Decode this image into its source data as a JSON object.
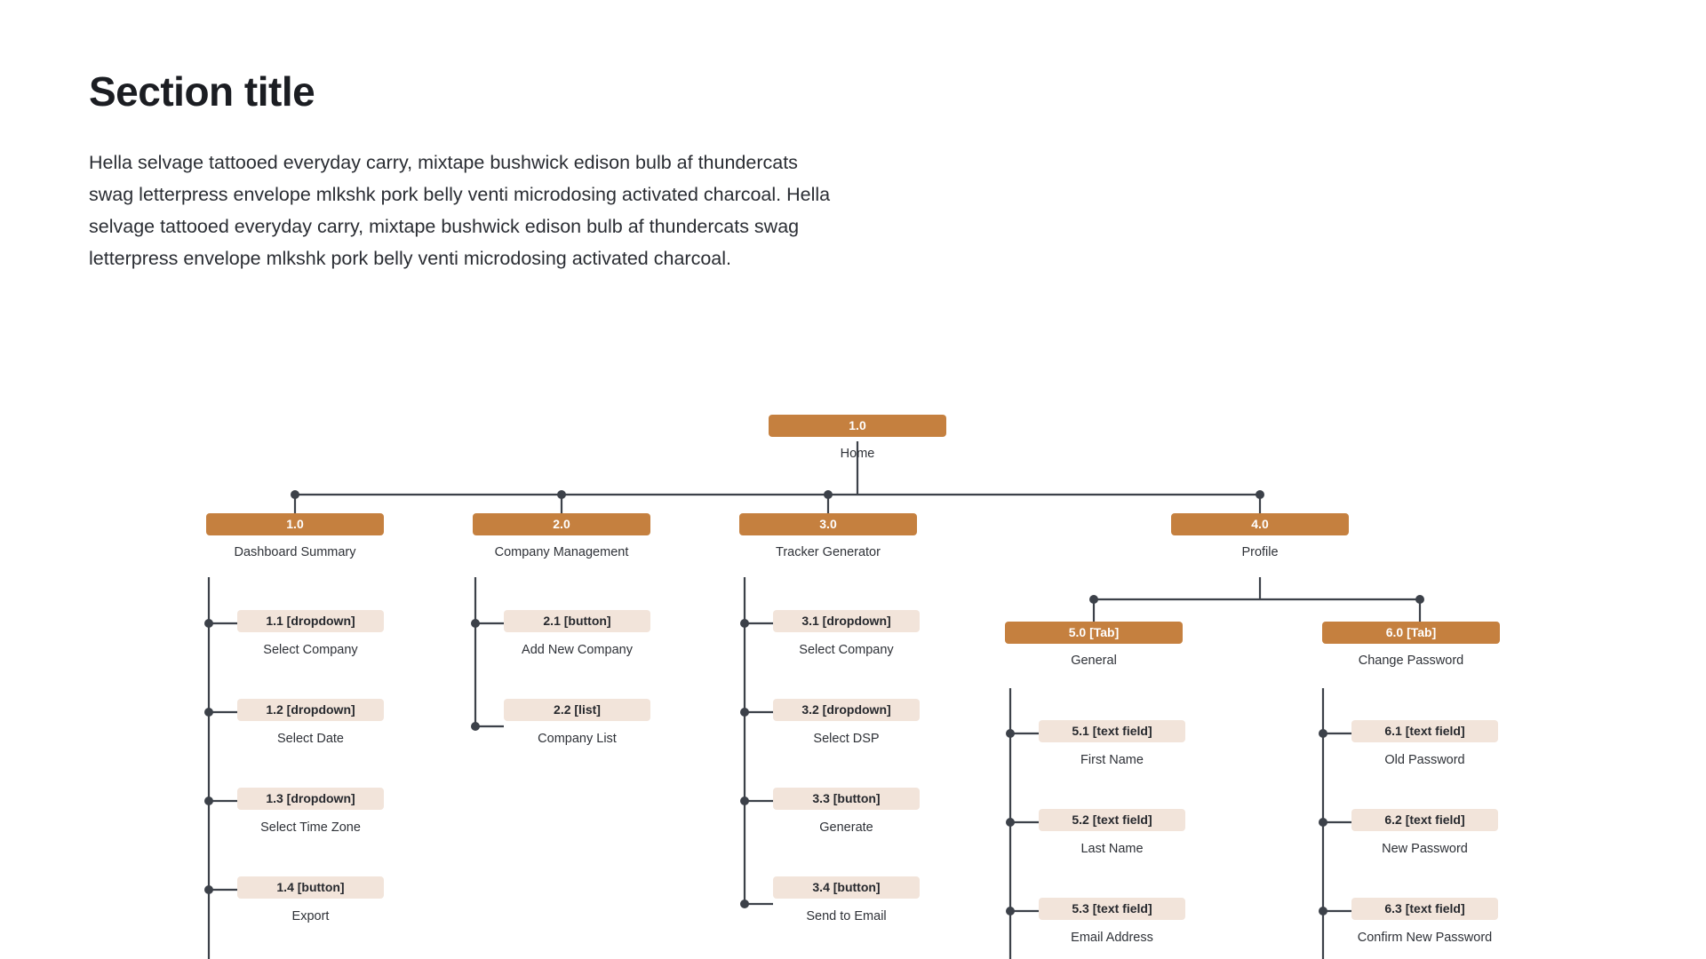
{
  "header": {
    "title": "Section title",
    "body": "Hella selvage tattooed everyday carry, mixtape bushwick edison bulb af thundercats swag letterpress envelope mlkshk pork belly venti microdosing activated charcoal. Hella selvage tattooed everyday carry, mixtape bushwick edison bulb af thundercats swag letterpress envelope mlkshk pork belly venti microdosing activated charcoal."
  },
  "colors": {
    "node_primary": "#c5803f",
    "node_primary_text": "#ffffff",
    "node_leaf": "#f2e4da",
    "node_leaf_text": "#26282d",
    "connector": "#3c4149",
    "page_background": "#ffffff",
    "text": "#2a2d33"
  },
  "sitemap": {
    "root": {
      "id": "1.0",
      "label": "Home"
    },
    "columns": [
      {
        "parent": {
          "id": "1.0",
          "label": "Dashboard Summary"
        },
        "children": [
          {
            "id": "1.1 [dropdown]",
            "label": "Select Company"
          },
          {
            "id": "1.2 [dropdown]",
            "label": "Select Date"
          },
          {
            "id": "1.3 [dropdown]",
            "label": "Select Time Zone"
          },
          {
            "id": "1.4 [button]",
            "label": "Export"
          }
        ]
      },
      {
        "parent": {
          "id": "2.0",
          "label": "Company Management"
        },
        "children": [
          {
            "id": "2.1 [button]",
            "label": "Add New Company"
          },
          {
            "id": "2.2 [list]",
            "label": "Company List"
          }
        ]
      },
      {
        "parent": {
          "id": "3.0",
          "label": "Tracker Generator"
        },
        "children": [
          {
            "id": "3.1 [dropdown]",
            "label": "Select Company"
          },
          {
            "id": "3.2 [dropdown]",
            "label": "Select DSP"
          },
          {
            "id": "3.3 [button]",
            "label": "Generate"
          },
          {
            "id": "3.4 [button]",
            "label": "Send to Email"
          }
        ]
      },
      {
        "parent": {
          "id": "4.0",
          "label": "Profile"
        },
        "tabs": [
          {
            "tab": {
              "id": "5.0 [Tab]",
              "label": "General"
            },
            "children": [
              {
                "id": "5.1 [text field]",
                "label": "First Name"
              },
              {
                "id": "5.2 [text field]",
                "label": "Last Name"
              },
              {
                "id": "5.3 [text field]",
                "label": "Email Address"
              }
            ]
          },
          {
            "tab": {
              "id": "6.0 [Tab]",
              "label": "Change Password"
            },
            "children": [
              {
                "id": "6.1 [text field]",
                "label": "Old Password"
              },
              {
                "id": "6.2 [text field]",
                "label": "New Password"
              },
              {
                "id": "6.3 [text field]",
                "label": "Confirm New Password"
              }
            ]
          }
        ]
      }
    ]
  }
}
